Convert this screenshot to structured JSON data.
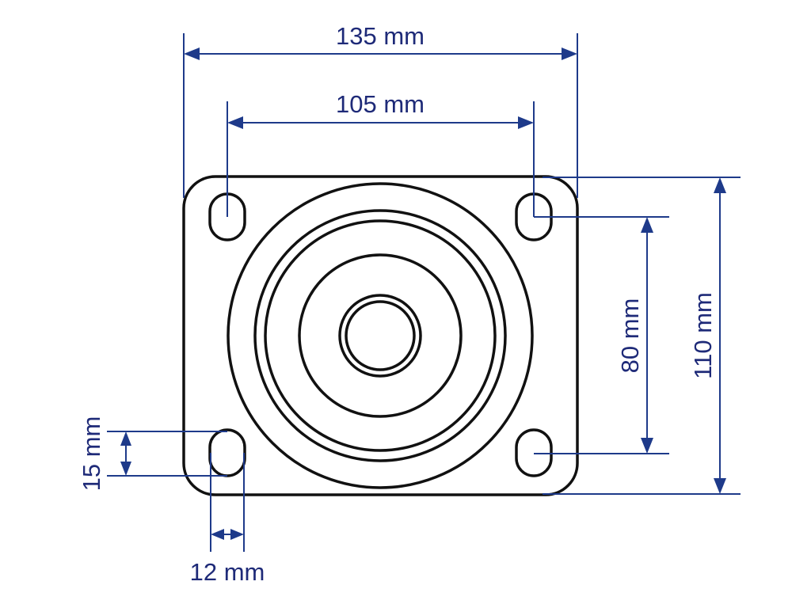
{
  "colors": {
    "outline": "#111111",
    "dimension": "#1e3a8a",
    "label": "#1e2a78",
    "background": "#ffffff"
  },
  "dimensions": {
    "overall_width": "135 mm",
    "hole_spacing_width": "105 mm",
    "hole_spacing_height": "80 mm",
    "overall_height": "110 mm",
    "slot_length": "15 mm",
    "slot_width": "12 mm"
  }
}
